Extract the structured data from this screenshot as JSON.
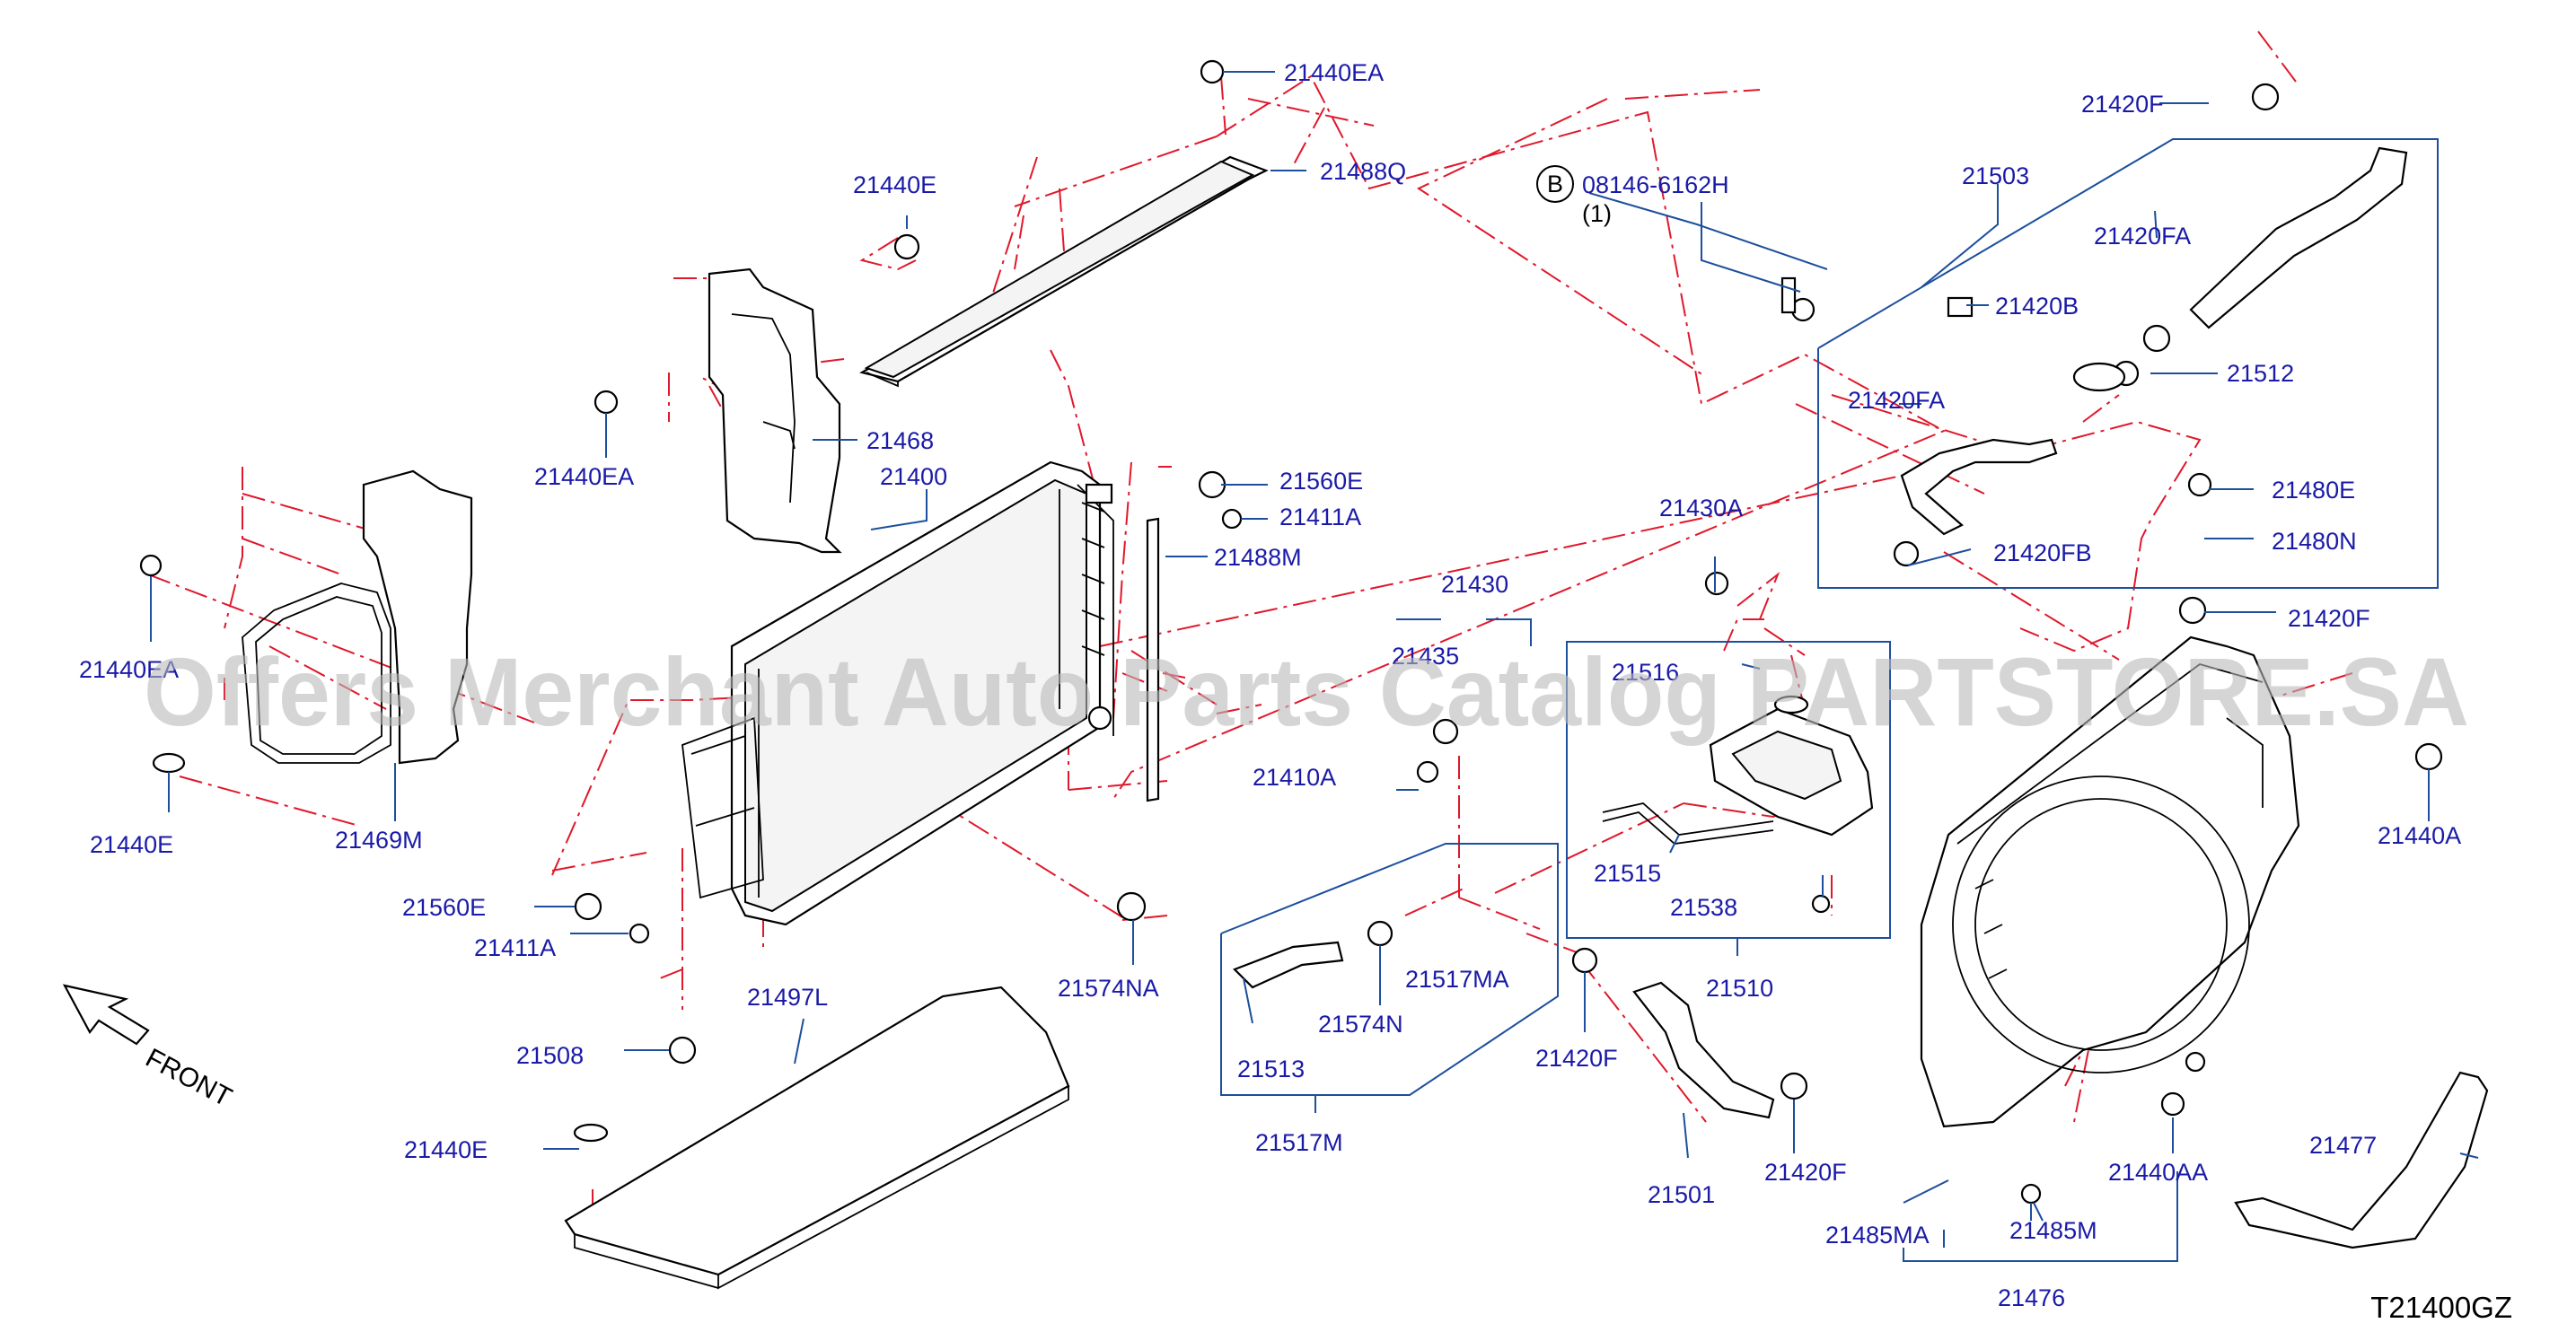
{
  "diagram": {
    "diagram_code": "T21400GZ",
    "direction_label": "FRONT",
    "watermark": "Offers Merchant Auto Parts Catalog PARTSTORE.SA",
    "bolt_callout": {
      "badge": "B",
      "part_number": "08146-6162H",
      "quantity": "(1)"
    },
    "labels": {
      "p21440EA_top": "21440EA",
      "p21488Q": "21488Q",
      "p21440E_top": "21440E",
      "p21440EA_left": "21440EA",
      "p21468": "21468",
      "p21400": "21400",
      "p21560E_right": "21560E",
      "p21411A_right": "21411A",
      "p21488M": "21488M",
      "p21440EA_far": "21440EA",
      "p21440E_far": "21440E",
      "p21469M": "21469M",
      "p21560E_left": "21560E",
      "p21411A_left": "21411A",
      "p21508": "21508",
      "p21497L": "21497L",
      "p21440E_bottom": "21440E",
      "p21574NA": "21574NA",
      "p21430": "21430",
      "p21435": "21435",
      "p21410A": "21410A",
      "p21574N": "21574N",
      "p21517MA": "21517MA",
      "p21513": "21513",
      "p21517M": "21517M",
      "p21430A": "21430A",
      "p21516": "21516",
      "p21515": "21515",
      "p21538": "21538",
      "p21510": "21510",
      "p21420F_mid": "21420F",
      "p21501": "21501",
      "p21420F_low": "21420F",
      "p21420F_top": "21420F",
      "p21503": "21503",
      "p21420FA_top": "21420FA",
      "p21420B": "21420B",
      "p21512": "21512",
      "p21420FA_left": "21420FA",
      "p21480E": "21480E",
      "p21480N": "21480N",
      "p21420FB": "21420FB",
      "p21420F_right": "21420F",
      "p21440A": "21440A",
      "p21440AA": "21440AA",
      "p21485MA": "21485MA",
      "p21485M": "21485M",
      "p21476": "21476",
      "p21477": "21477"
    }
  }
}
